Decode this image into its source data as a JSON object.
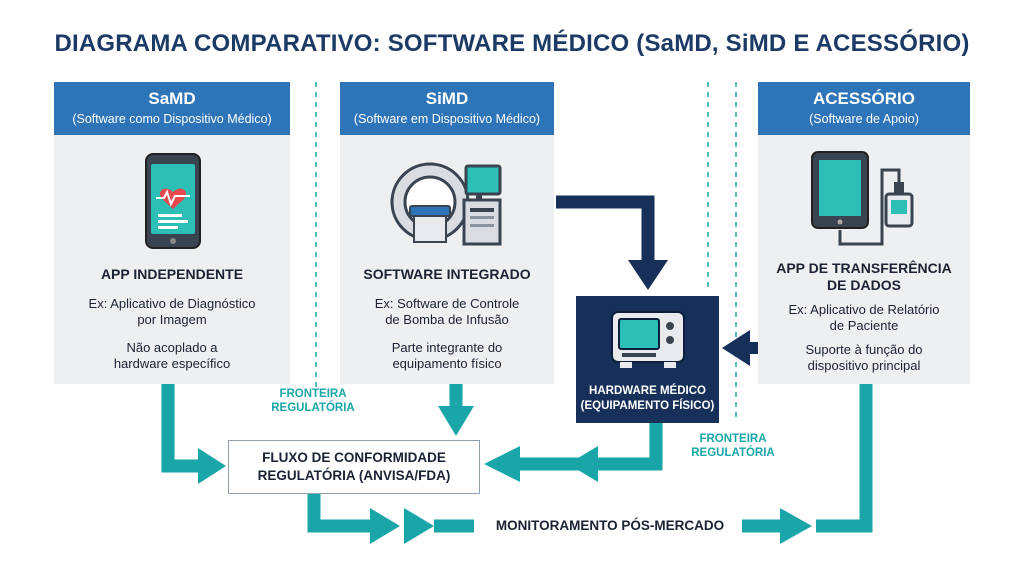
{
  "title": "DIAGRAMA COMPARATIVO: SOFTWARE MÉDICO (SaMD, SiMD E ACESSÓRIO)",
  "columns": [
    {
      "name": "SaMD",
      "subtitle": "(Software como Dispositivo Médico)",
      "icon": "smartphone-heart-icon",
      "heading": "APP INDEPENDENTE",
      "example_1": "Ex: Aplicativo de Diagnóstico",
      "example_2": "por Imagem",
      "note_1": "Não acoplado a",
      "note_2": "hardware específico"
    },
    {
      "name": "SiMD",
      "subtitle": "(Software em Dispositivo Médico)",
      "icon": "mri-scanner-icon",
      "heading": "SOFTWARE INTEGRADO",
      "example_1": "Ex: Software de Controle",
      "example_2": "de Bomba de Infusão",
      "note_1": "Parte integrante do",
      "note_2": "equipamento físico"
    },
    {
      "name": "ACESSÓRIO",
      "subtitle": "(Software de Apoio)",
      "icon": "tablet-device-icon",
      "heading_1": "APP DE TRANSFERÊNCIA",
      "heading_2": "DE DADOS",
      "example_1": "Ex: Aplicativo de Relatório",
      "example_2": "de Paciente",
      "note_1": "Suporte à função do",
      "note_2": "dispositivo principal"
    }
  ],
  "hardware": {
    "icon": "medical-monitor-icon",
    "label_1": "HARDWARE MÉDICO",
    "label_2": "(EQUIPAMENTO FÍSICO)"
  },
  "flow_box": {
    "line_1": "FLUXO DE CONFORMIDADE",
    "line_2": "REGULATÓRIA (ANVISA/FDA)"
  },
  "post_market": "MONITORAMENTO PÓS-MERCADO",
  "boundary_left": {
    "line_1": "FRONTEIRA",
    "line_2": "REGULATÓRIA"
  },
  "boundary_right": {
    "line_1": "FRONTEIRA",
    "line_2": "REGULATÓRIA"
  },
  "colors": {
    "header_blue": "#2e74b8",
    "navy": "#17305a",
    "teal": "#1aa6a8",
    "screen_teal": "#2bbfb5",
    "card_bg": "#eeeff1",
    "heart_red": "#e5484d"
  }
}
